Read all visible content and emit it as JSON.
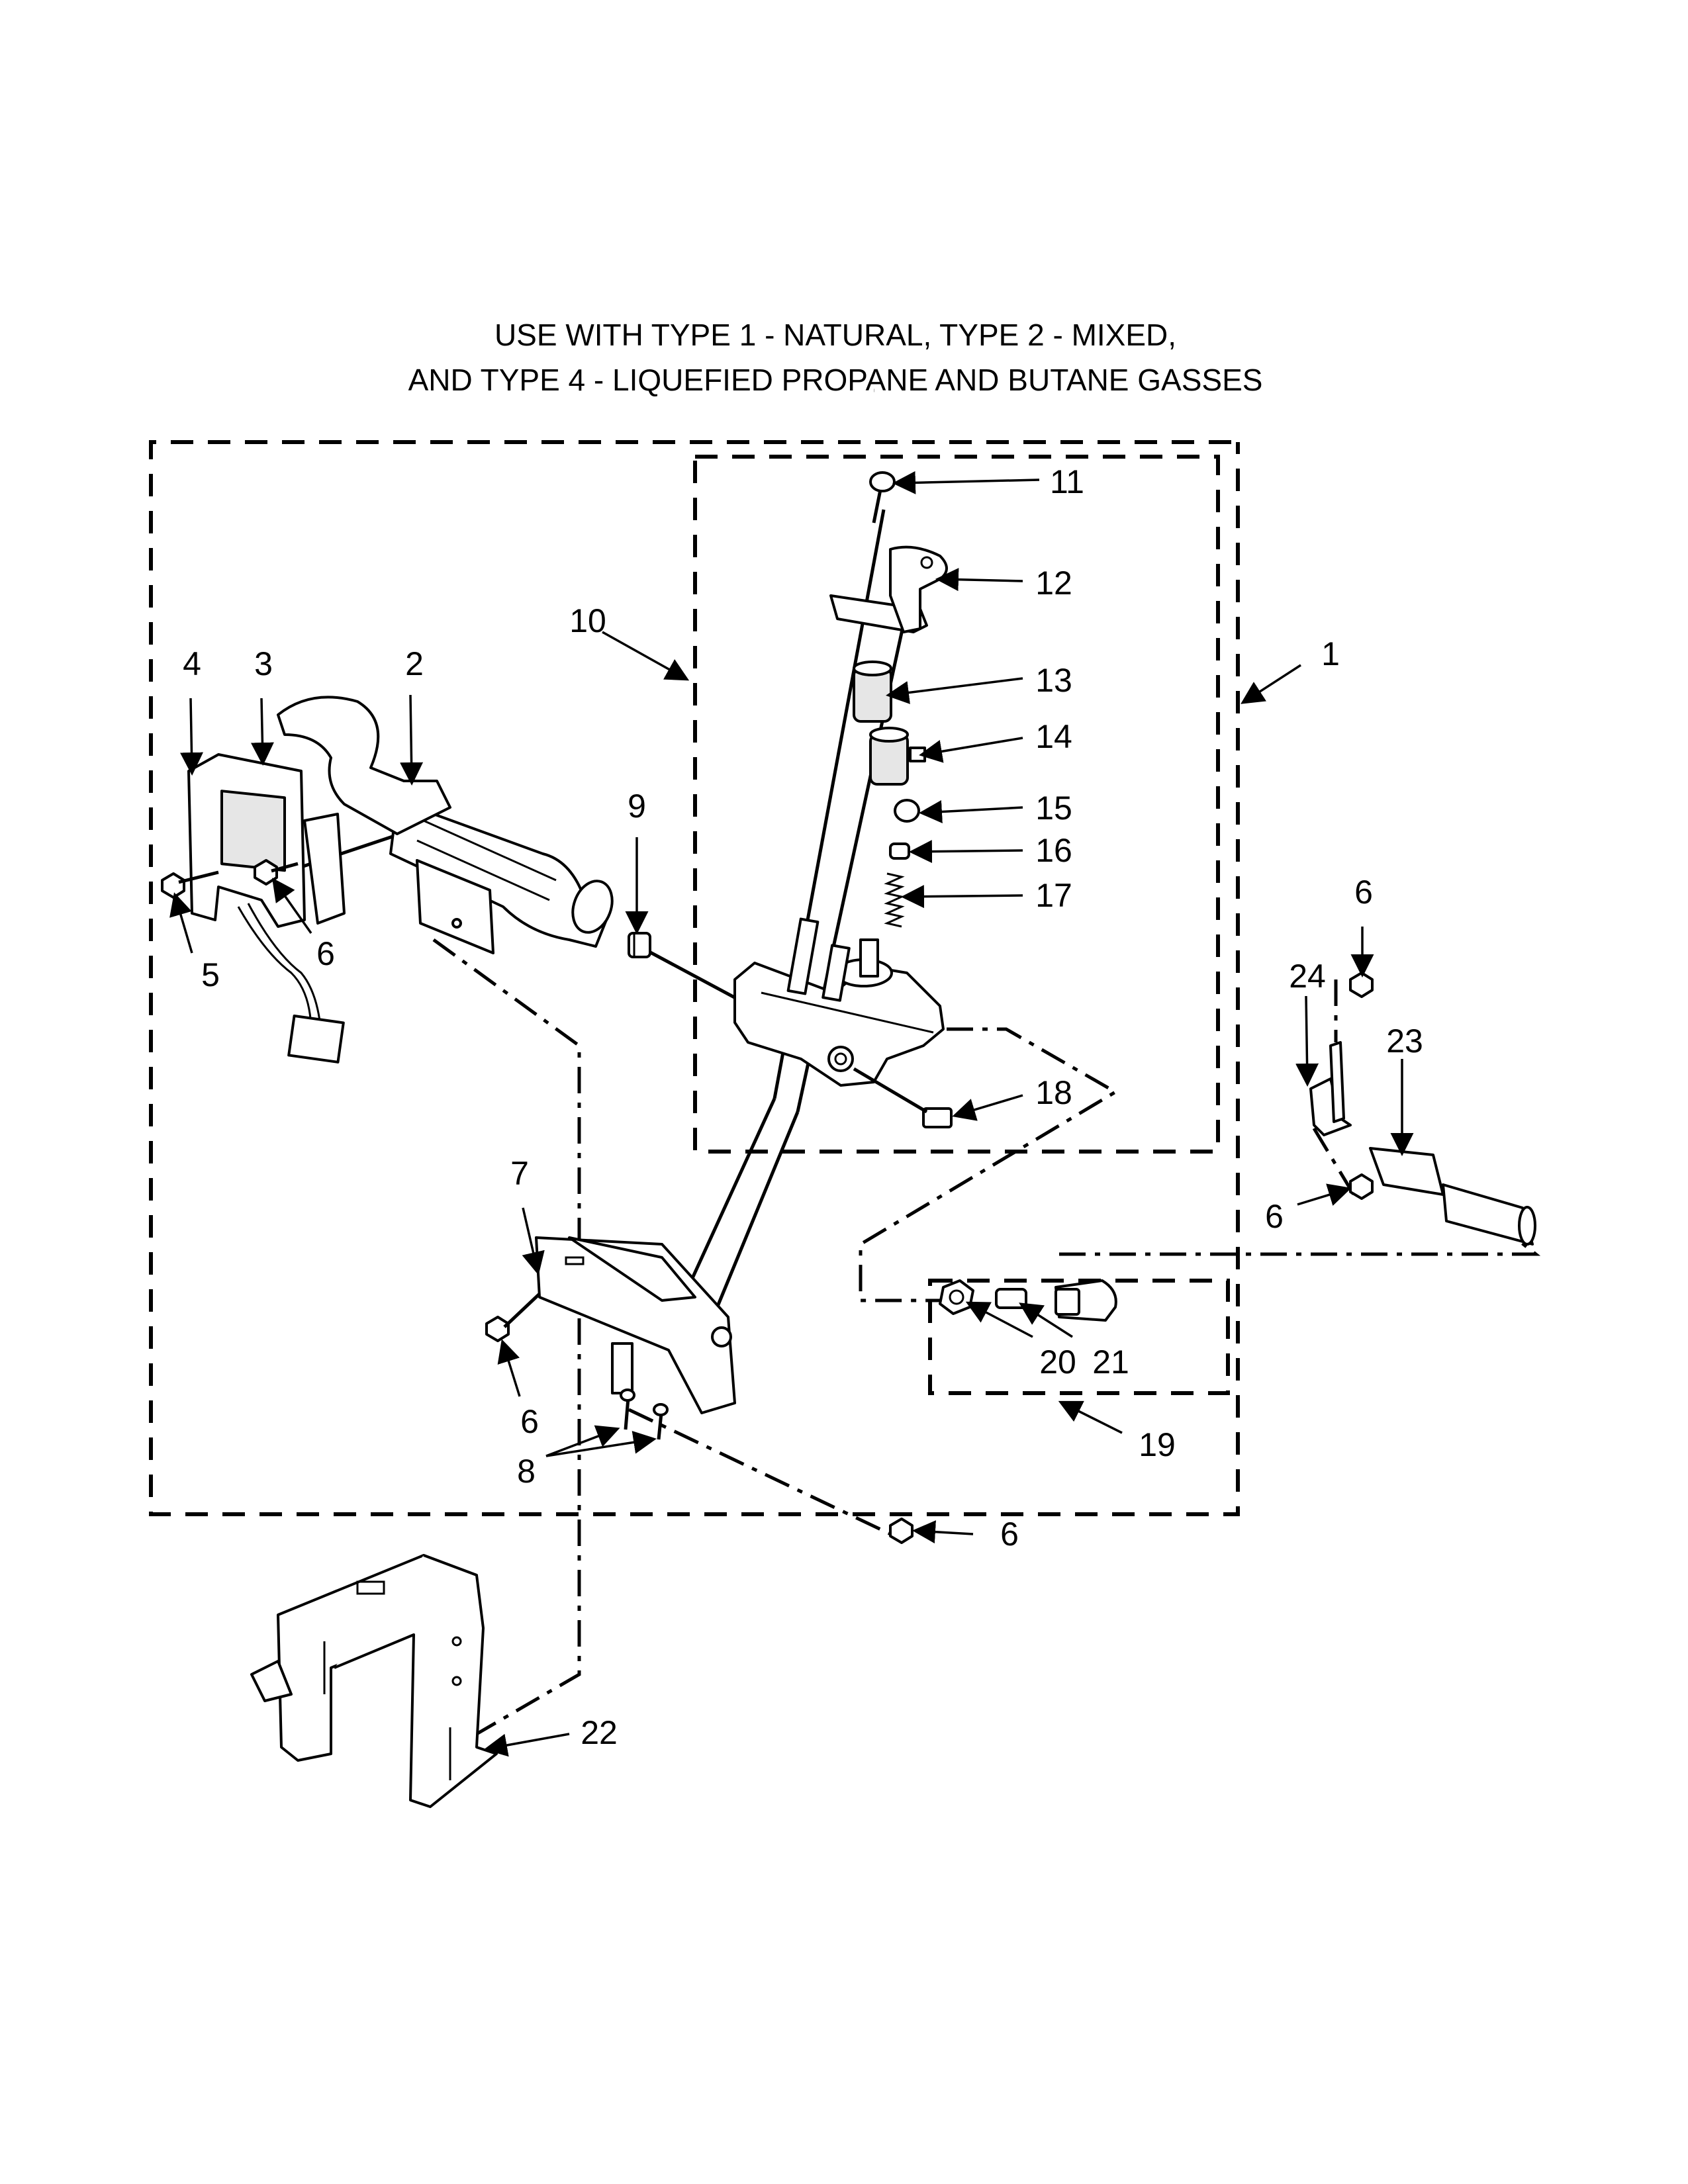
{
  "title": {
    "line1": "USE WITH TYPE 1 - NATURAL, TYPE 2 - MIXED,",
    "line2": "AND TYPE 4 - LIQUEFIED PROPANE AND BUTANE GASSES"
  },
  "callouts": {
    "c1": "1",
    "c2": "2",
    "c3": "3",
    "c4": "4",
    "c5": "5",
    "c6a": "6",
    "c6b": "6",
    "c6c": "6",
    "c6d": "6",
    "c6e": "6",
    "c7": "7",
    "c8": "8",
    "c9": "9",
    "c10": "10",
    "c11": "11",
    "c12": "12",
    "c13": "13",
    "c14": "14",
    "c15": "15",
    "c16": "16",
    "c17": "17",
    "c18": "18",
    "c19": "19",
    "c20": "20",
    "c21": "21",
    "c22": "22",
    "c23": "23",
    "c24": "24"
  }
}
